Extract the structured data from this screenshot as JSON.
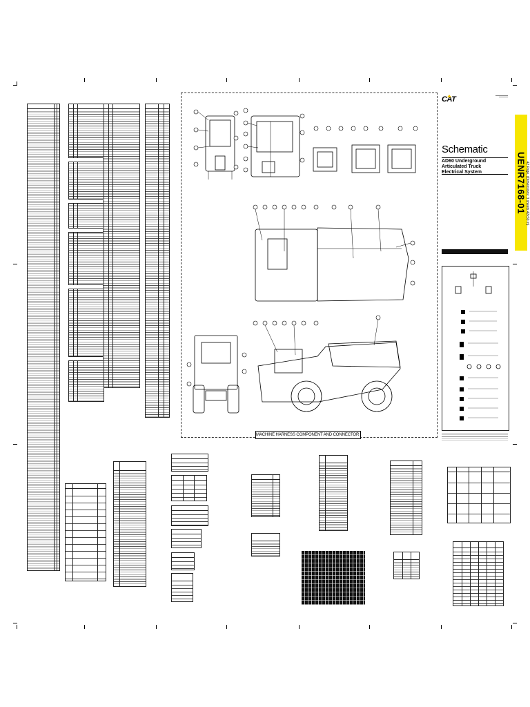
{
  "document": {
    "brand": "CAT",
    "title": "Schematic",
    "subtitle_line1": "AD60 Underground Articulated Truck",
    "subtitle_line2": "Electrical System",
    "part_number": "UENR7168-01",
    "strip_subtext": "42 Page, (Dimensions: 3 sheets 42x30 in)",
    "harness_title": "MACHINE HARNESS COMPONENT AND CONNECTOR LOCATION"
  }
}
